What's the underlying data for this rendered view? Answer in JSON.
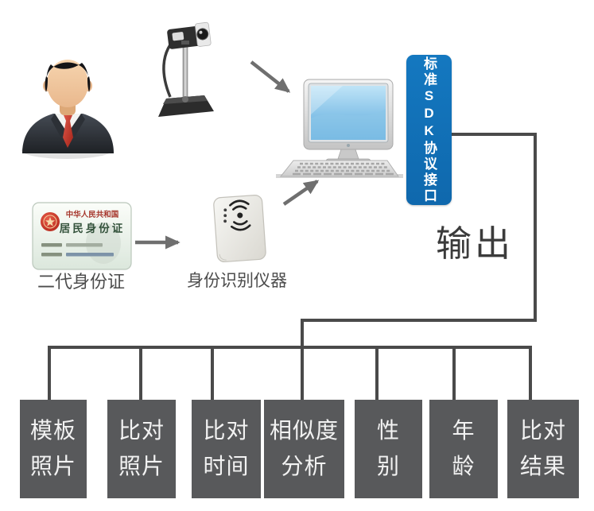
{
  "diagram": {
    "sdk_bar": {
      "label": "标准SDK协议接口"
    },
    "output_label": "输出",
    "id_card": {
      "country": "中华人民共和国",
      "title": "居民身份证",
      "caption": "二代身份证"
    },
    "reader_caption": "身份识别仪器",
    "icons": {
      "person": "person-icon",
      "document_camera": "document-camera-icon",
      "computer": "computer-icon",
      "id_card": "id-card-icon",
      "card_reader": "card-reader-icon"
    },
    "output_boxes": [
      {
        "label": "模板照片",
        "line1": "模板",
        "line2": "照片"
      },
      {
        "label": "比对照片",
        "line1": "比对",
        "line2": "照片"
      },
      {
        "label": "比对时间",
        "line1": "比对",
        "line2": "时间"
      },
      {
        "label": "相似度分析",
        "line1": "相似度",
        "line2": "分析"
      },
      {
        "label": "性别",
        "line1": "性",
        "line2": "别"
      },
      {
        "label": "年龄",
        "line1": "年",
        "line2": "龄"
      },
      {
        "label": "比对结果",
        "line1": "比对",
        "line2": "结果"
      }
    ],
    "colors": {
      "accent_blue": "#1271b8",
      "node_gray": "#58595b",
      "wire_gray": "#4a4a4a",
      "arrow_gray": "#6f6f6f",
      "tie_red": "#c5382b"
    }
  }
}
